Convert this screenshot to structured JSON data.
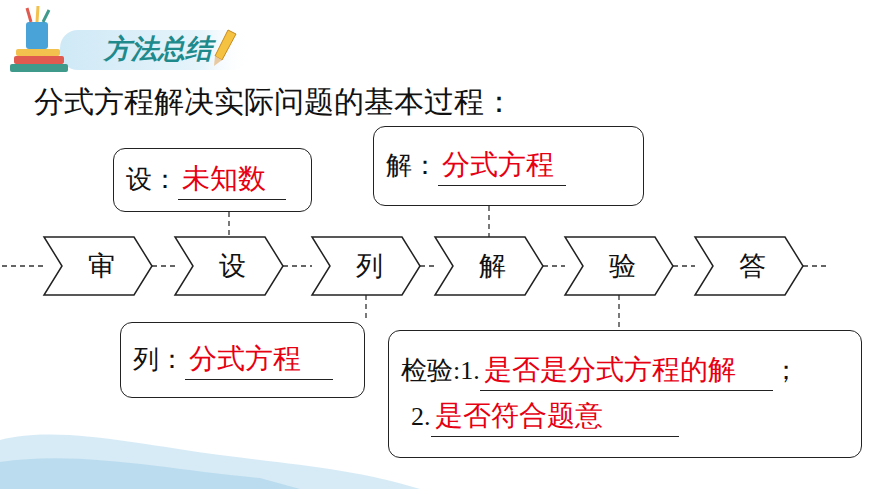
{
  "diagram": {
    "title": "分式方程解决实际问题的基本过程：",
    "nodes": [
      {
        "text": [
          "设：",
          "未知数"
        ]
      },
      {
        "text": [
          "解：",
          "分式方程"
        ]
      },
      {
        "text": [
          "审"
        ]
      },
      {
        "text": [
          "设"
        ]
      },
      {
        "text": [
          "列"
        ]
      },
      {
        "text": [
          "解"
        ]
      },
      {
        "text": [
          "验"
        ]
      },
      {
        "text": [
          "答"
        ]
      },
      {
        "text": [
          "列：",
          "分式方程"
        ]
      },
      {
        "text": [
          "检验:1.",
          "是否是分式方程的解",
          "；",
          "2.",
          "是否符合题意"
        ]
      }
    ],
    "edges": [
      {
        "from": 2,
        "to": 3,
        "arrow": "none"
      },
      {
        "from": 3,
        "to": 4,
        "arrow": "none"
      },
      {
        "from": 4,
        "to": 5,
        "arrow": "none"
      },
      {
        "from": 5,
        "to": 6,
        "arrow": "none"
      },
      {
        "from": 6,
        "to": 7,
        "arrow": "none"
      },
      {
        "from": 0,
        "to": 3,
        "arrow": "none"
      },
      {
        "from": 1,
        "to": 5,
        "arrow": "none"
      },
      {
        "from": 4,
        "to": 8,
        "arrow": "none"
      },
      {
        "from": 6,
        "to": 9,
        "arrow": "none"
      }
    ],
    "labels": [
      "方法总结"
    ]
  }
}
